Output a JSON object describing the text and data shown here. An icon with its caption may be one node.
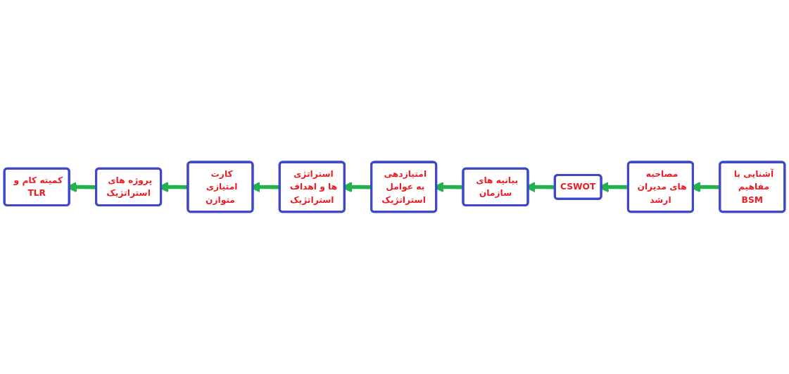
{
  "diagram": {
    "nodes": [
      {
        "text": [
          "آشنایی با مفاهیم BSM"
        ]
      },
      {
        "text": [
          "مصاحبه های مدیران ارشد"
        ]
      },
      {
        "text": [
          "CSWOT"
        ]
      },
      {
        "text": [
          "بیانیه های سازمان"
        ]
      },
      {
        "text": [
          "امتیازدهی به عوامل استراتژیک"
        ]
      },
      {
        "text": [
          "استراتژی ها و اهداف استراتژیک"
        ]
      },
      {
        "text": [
          "کارت امتیازی متوازن"
        ]
      },
      {
        "text": [
          "پروژه های استراتژیک"
        ]
      },
      {
        "text": [
          "کمیته کام و TLR"
        ]
      }
    ],
    "edges": [
      {
        "from": 0,
        "to": 1,
        "arrow": "to"
      },
      {
        "from": 1,
        "to": 2,
        "arrow": "to"
      },
      {
        "from": 2,
        "to": 3,
        "arrow": "to"
      },
      {
        "from": 3,
        "to": 4,
        "arrow": "to"
      },
      {
        "from": 4,
        "to": 5,
        "arrow": "to"
      },
      {
        "from": 5,
        "to": 6,
        "arrow": "to"
      },
      {
        "from": 6,
        "to": 7,
        "arrow": "to"
      },
      {
        "from": 7,
        "to": 8,
        "arrow": "to"
      }
    ]
  }
}
